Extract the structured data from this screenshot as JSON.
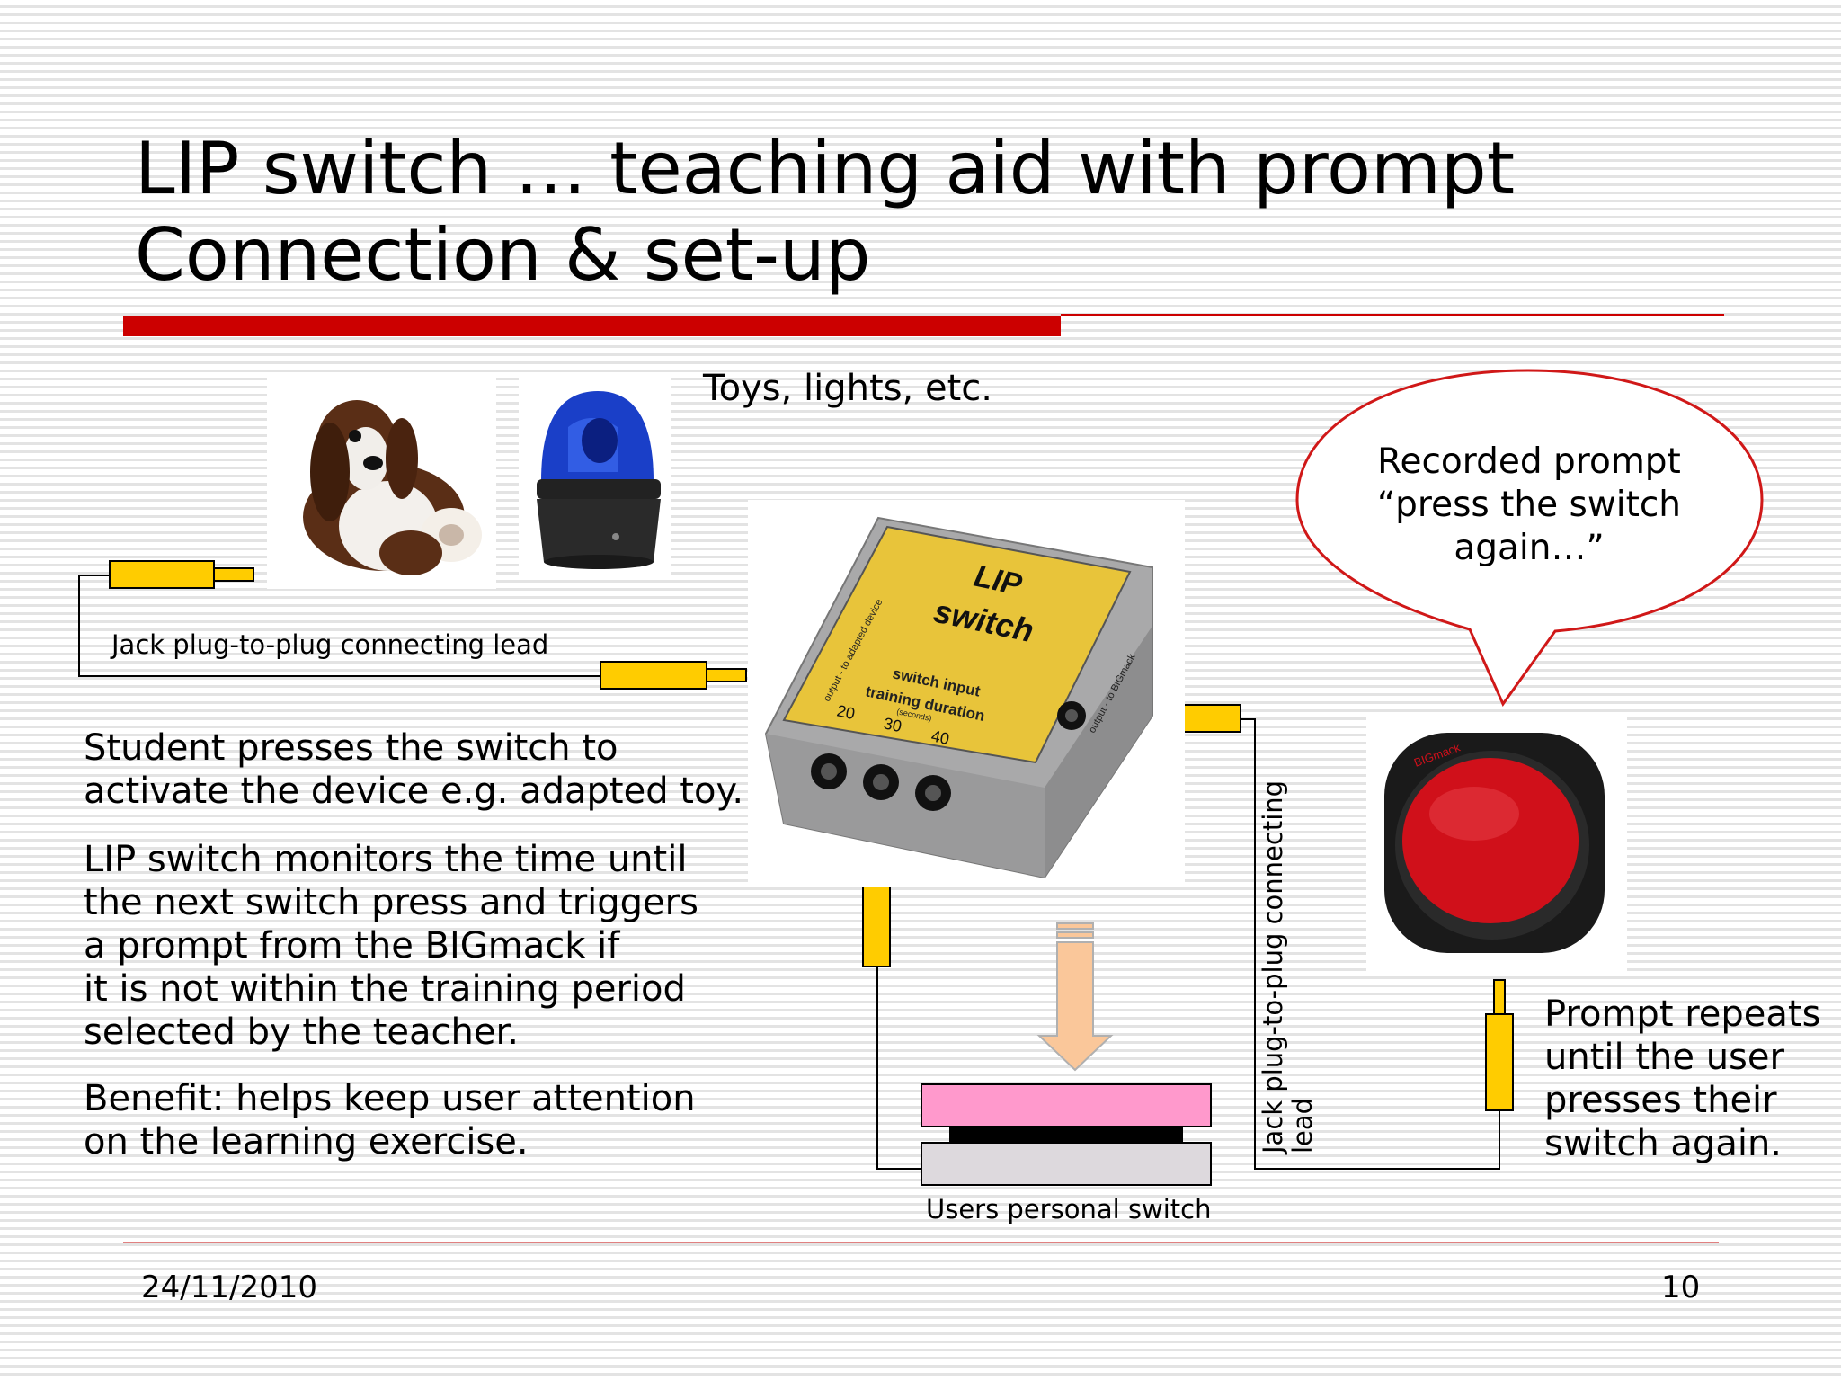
{
  "slide": {
    "title_line1": "LIP switch … teaching aid with prompt",
    "title_line2": "Connection & set-up",
    "accent_color": "#cc0000"
  },
  "labels": {
    "toys": "Toys, lights, etc.",
    "jack_lead_top": "Jack plug-to-plug connecting lead",
    "jack_lead_vertical_line1": "Jack plug-to-plug connecting",
    "jack_lead_vertical_line2": "lead",
    "users_switch": "Users personal switch"
  },
  "device": {
    "name_line1": "LIP",
    "name_line2": "switch",
    "output_left": "output - to adapted device",
    "output_right": "output - to BIGmack",
    "switch_input": "switch input",
    "training_duration": "training duration",
    "seconds": "(seconds)",
    "durations": [
      "20",
      "30",
      "40"
    ]
  },
  "bigmack": {
    "brand": "BIGmack"
  },
  "speech_bubble": {
    "line1": "Recorded prompt",
    "line2": "“press the switch",
    "line3": "again…”"
  },
  "body": {
    "para1_line1": "Student presses the switch to",
    "para1_line2": "activate the device e.g. adapted toy.",
    "para2_line1": "LIP switch monitors the time until",
    "para2_line2": "the next switch press and triggers",
    "para2_line3": "a prompt from the BIGmack if",
    "para2_line4": "it is not within the training period",
    "para2_line5": "selected by the teacher.",
    "para3_line1": "Benefit: helps keep user attention",
    "para3_line2": "on the learning exercise.",
    "right_line1": "Prompt repeats",
    "right_line2": "until the user",
    "right_line3": "presses their",
    "right_line4": "switch again."
  },
  "footer": {
    "date": "24/11/2010",
    "page": "10"
  },
  "colors": {
    "plug_yellow": "#ffcc00",
    "switch_pink": "#ff99cc",
    "switch_gray": "#ddd9dd",
    "arrow_peach": "#fac79a",
    "big_red": "#d0101a",
    "device_yellow": "#e8c43a"
  }
}
